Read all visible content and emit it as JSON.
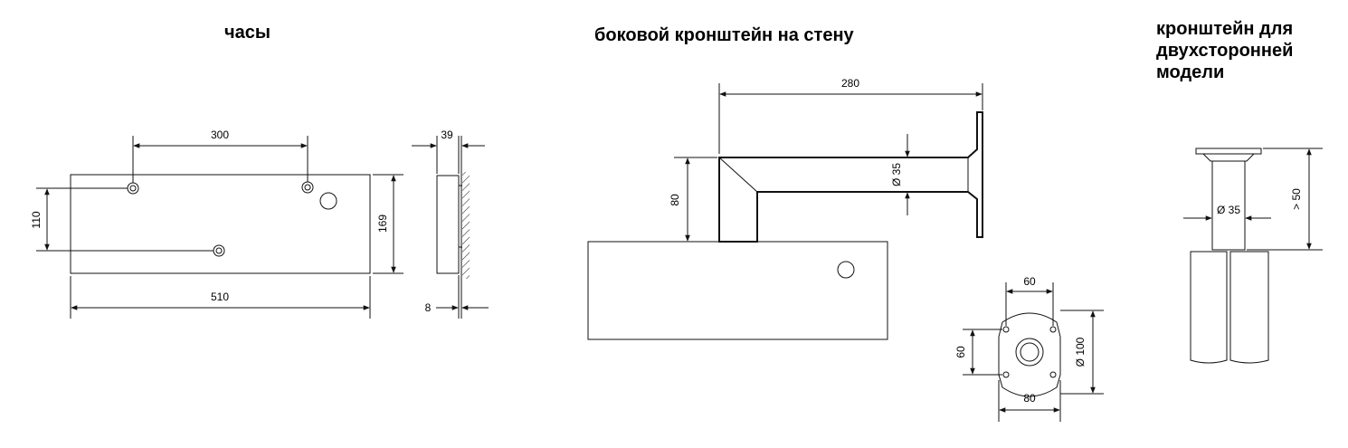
{
  "titles": {
    "clock": "часы",
    "side_bracket": "боковой кронштейн на стену",
    "double_bracket": [
      "кронштейн для",
      "двухсторонней",
      "модели"
    ]
  },
  "dimensions": {
    "clock_hole_spacing": "300",
    "clock_hole_vertical": "110",
    "clock_height": "169",
    "clock_width": "510",
    "clock_depth": "39",
    "clock_wall_gap": "8",
    "bracket_length": "280",
    "bracket_height": "80",
    "bracket_tube_diameter": "Ø 35",
    "plate_hole_width": "60",
    "plate_hole_height": "60",
    "plate_diameter": "Ø 100",
    "plate_width": "80",
    "double_tube_diameter": "Ø 35",
    "double_min_length": "> 50"
  }
}
